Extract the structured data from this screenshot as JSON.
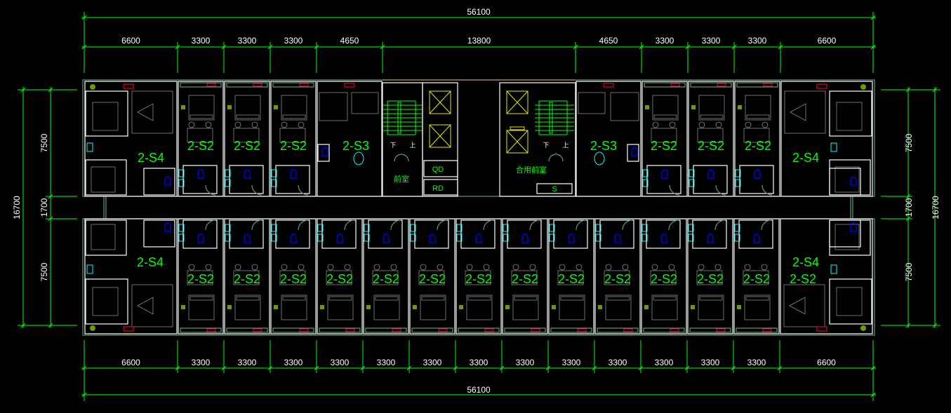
{
  "drawing": {
    "top_total": "56100",
    "top_segments": [
      "6600",
      "3300",
      "3300",
      "3300",
      "4650",
      "13800",
      "4650",
      "3300",
      "3300",
      "3300",
      "6600"
    ],
    "bottom_segments": [
      "6600",
      "3300",
      "3300",
      "3300",
      "3300",
      "3300",
      "3300",
      "3300",
      "3300",
      "3300",
      "3300",
      "3300",
      "3300",
      "3300",
      "6600"
    ],
    "bottom_total": "56100",
    "left_total": "16700",
    "left_segments": [
      "7500",
      "1700",
      "7500"
    ],
    "right_total": "16700",
    "right_segments": [
      "7500",
      "1700",
      "7500"
    ],
    "top_units": [
      "2-S4",
      "2-S2",
      "2-S2",
      "2-S2",
      "2-S3",
      "2-S3",
      "2-S2",
      "2-S2",
      "2-S2",
      "2-S4"
    ],
    "bottom_units": [
      "2-S4",
      "2-S2",
      "2-S2",
      "2-S2",
      "2-S2",
      "2-S2",
      "2-S2",
      "2-S2",
      "2-S2",
      "2-S2",
      "2-S2",
      "2-S2",
      "2-S2",
      "2-S2",
      "2-S2",
      "2-S4"
    ],
    "core": {
      "left_lobby": "前室",
      "shaft_qd": "QD",
      "shaft_rd": "RD",
      "right_lobby": "合用前室",
      "shaft_s": "S",
      "stair_down": "下",
      "stair_up": "上"
    }
  }
}
